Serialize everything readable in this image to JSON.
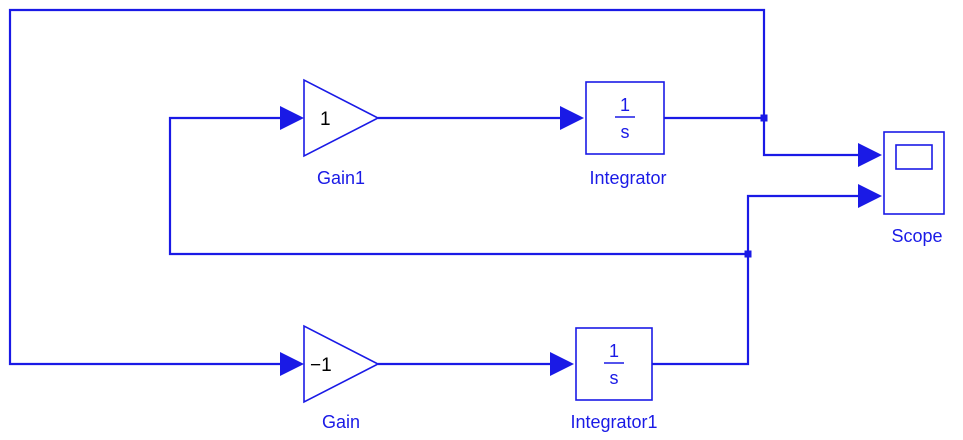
{
  "diagram": {
    "blocks": {
      "gain1": {
        "value": "1",
        "label": "Gain1"
      },
      "gain": {
        "value": "−1",
        "label": "Gain"
      },
      "integrator": {
        "numerator": "1",
        "denominator": "s",
        "label": "Integrator"
      },
      "integrator1": {
        "numerator": "1",
        "denominator": "s",
        "label": "Integrator1"
      },
      "scope": {
        "label": "Scope"
      }
    },
    "colors": {
      "line": "#1a1ae6",
      "background": "#ffffff"
    }
  }
}
